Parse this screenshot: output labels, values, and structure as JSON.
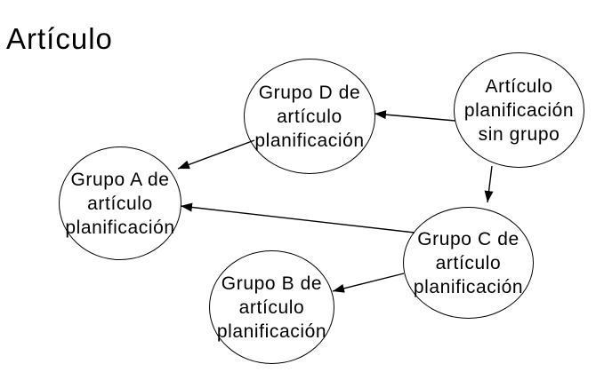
{
  "page": {
    "background_color": "#ffffff"
  },
  "title": "Artículo",
  "diagram": {
    "stroke_color": "#000000",
    "text_color": "#000000",
    "arrow_color": "#000000",
    "nodes": {
      "grupo_d": {
        "label": "Grupo D de artículo planificación",
        "lines": [
          "Grupo D de",
          "artículo",
          "planificación"
        ]
      },
      "articulo_sin_grupo": {
        "label": "Artículo planificación sin grupo",
        "lines": [
          "Artículo",
          "planificación",
          "sin grupo"
        ]
      },
      "grupo_a": {
        "label": "Grupo A de artículo planificación",
        "lines": [
          "Grupo A de",
          "artículo",
          "planificación"
        ]
      },
      "grupo_c": {
        "label": "Grupo C de artículo planificación",
        "lines": [
          "Grupo C de",
          "artículo",
          "planificación"
        ]
      },
      "grupo_b": {
        "label": "Grupo B de artículo planificación",
        "lines": [
          "Grupo B de",
          "artículo",
          "planificación"
        ]
      }
    },
    "edges": [
      {
        "from": "articulo_sin_grupo",
        "to": "grupo_d"
      },
      {
        "from": "grupo_d",
        "to": "grupo_a"
      },
      {
        "from": "articulo_sin_grupo",
        "to": "grupo_c"
      },
      {
        "from": "grupo_c",
        "to": "grupo_a"
      },
      {
        "from": "grupo_c",
        "to": "grupo_b"
      }
    ]
  }
}
